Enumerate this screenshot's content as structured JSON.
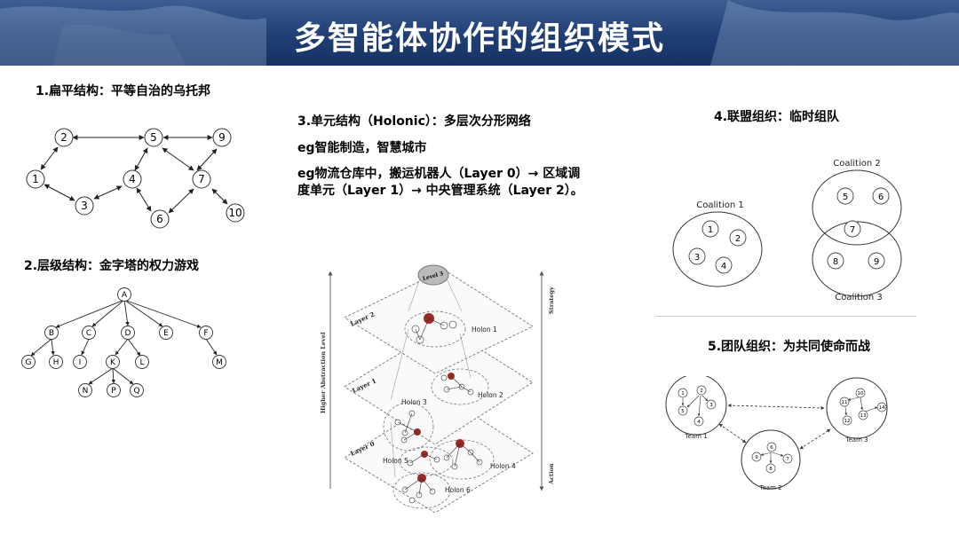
{
  "title": "多智能体协作的组织模式",
  "sections": {
    "flat": {
      "heading": "1.扁平结构：平等自治的乌托邦",
      "nodes": [
        "1",
        "2",
        "3",
        "4",
        "5",
        "6",
        "7",
        "9",
        "10"
      ]
    },
    "hierarchy": {
      "heading": "2.层级结构：金字塔的权力游戏",
      "nodes": [
        "A",
        "B",
        "C",
        "D",
        "E",
        "F",
        "G",
        "H",
        "I",
        "K",
        "L",
        "M",
        "N",
        "P",
        "Q"
      ]
    },
    "holonic": {
      "heading": "3.单元结构（Holonic）：多层次分形网络",
      "line1": "eg智能制造，智慧城市",
      "line2": "eg物流仓库中，搬运机器人（Layer  0）→  区域调",
      "line3": "度单元（Layer 1）→ 中央管理系统（Layer 2）。",
      "figure": {
        "level3": "Level 3",
        "layers": [
          "Layer 2",
          "Layer 1",
          "Layer 0"
        ],
        "holons": [
          "Holon 1",
          "Holon 2",
          "Holon 3",
          "Holon 4",
          "Holon 5",
          "Holon 6"
        ],
        "left_axis": "Higher Abstraction Level",
        "right_top": "Strategy",
        "right_bottom": "Action"
      }
    },
    "coalition": {
      "heading": "4.联盟组织：临时组队",
      "labels": [
        "Coalition 1",
        "Coalition 2",
        "Coalition 3"
      ],
      "nodes": [
        "1",
        "2",
        "3",
        "4",
        "5",
        "6",
        "7",
        "8",
        "9"
      ]
    },
    "team": {
      "heading": "5.团队组织：为共同使命而战",
      "labels": [
        "Team 1",
        "Team 2",
        "Team 3"
      ],
      "nodes": [
        "1",
        "2",
        "3",
        "4",
        "5",
        "6",
        "7",
        "8",
        "9",
        "10",
        "11",
        "12",
        "13",
        "14"
      ]
    }
  },
  "colors": {
    "banner": "#1f3e74",
    "holon_red": "#9b2a22"
  }
}
